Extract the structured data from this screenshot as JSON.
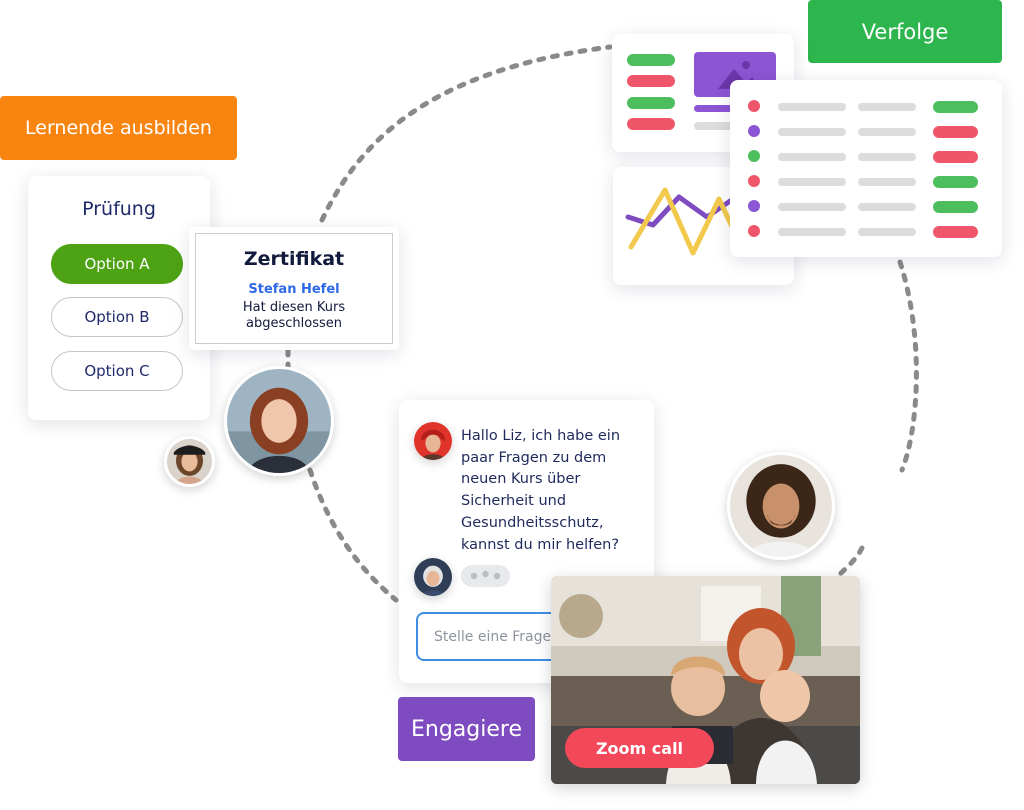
{
  "labels": {
    "train": "Lernende ausbilden",
    "track": "Verfolge",
    "engage": "Engagiere"
  },
  "exam": {
    "title": "Prüfung",
    "options": [
      {
        "label": "Option A",
        "selected": true
      },
      {
        "label": "Option B",
        "selected": false
      },
      {
        "label": "Option C",
        "selected": false
      }
    ]
  },
  "certificate": {
    "title": "Zertifikat",
    "name": "Stefan Hefel",
    "line1": "Hat diesen Kurs",
    "line2": "abgeschlossen"
  },
  "chat": {
    "message": "Hallo Liz, ich habe ein paar Fragen zu dem neuen Kurs über Sicherheit und Gesundheitsschutz, kannst du mir helfen?",
    "input_placeholder": "Stelle eine Frage"
  },
  "video": {
    "button_label": "Zoom call"
  },
  "colors": {
    "orange": "#f98511",
    "green": "#2db54e",
    "purple": "#7f4bc1",
    "red": "#f24859",
    "blue": "#3d8ee3",
    "navy": "#1f2a6b"
  },
  "icons": [
    "image-icon",
    "line-chart-icon",
    "typing-dots-icon"
  ]
}
